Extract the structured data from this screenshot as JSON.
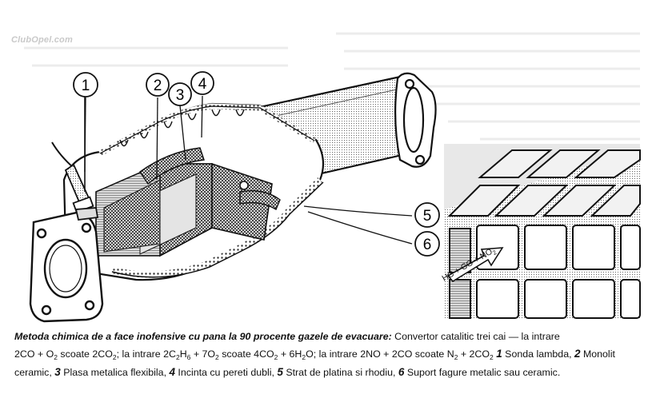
{
  "watermark": {
    "text": "ClubOpel.com"
  },
  "callouts": [
    {
      "num": "1",
      "meaning": "Sonda lambda"
    },
    {
      "num": "2",
      "meaning": "Monolit ceramic"
    },
    {
      "num": "3",
      "meaning": "Plasa metalica flexibila"
    },
    {
      "num": "4",
      "meaning": "Incinta cu pereti dubli"
    },
    {
      "num": "5",
      "meaning": "Strat de platina si rhodiu"
    },
    {
      "num": "6",
      "meaning": "Suport fagure metalic sau ceramic."
    }
  ],
  "flow_label": {
    "a": "HC + CO + NO",
    "sub": "2"
  },
  "caption": {
    "title": "Metoda chimica de a face inofensive cu pana la 90 procente gazele de evacuare:",
    "intro": " Convertor catalitic trei cai — la intrare",
    "r1a": "2CO + O",
    "r1b": " scoate 2CO",
    "r1c": "; la intrare 2C",
    "r1d": "H",
    "r1e": " + 7O",
    "r1f": "  scoate  4CO",
    "r1g": " + 6H",
    "r1h": "O; la intrare 2NO + 2CO scoate N",
    "r1i": " + 2CO",
    "sub2": "2",
    "sub6": "6",
    "l1": " Sonda lambda, ",
    "l2": " Monolit ceramic, ",
    "l3": " Plasa metalica flexibila, ",
    "l4": " Incinta cu pereti dubli, ",
    "l5": " Strat de platina si rhodiu, ",
    "l6": " Suport fagure metalic sau ceramic.",
    "n1": "1",
    "n2": "2",
    "n3": "3",
    "n4": "4",
    "n5": "5",
    "n6": "6"
  }
}
